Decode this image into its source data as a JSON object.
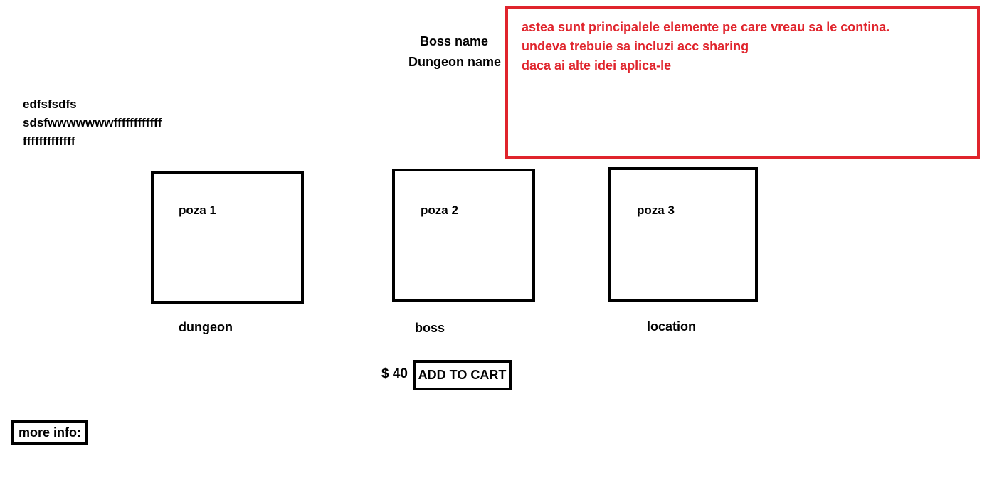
{
  "header": {
    "boss_name_label": "Boss name",
    "dungeon_name_label": "Dungeon name"
  },
  "notes": {
    "lines": [
      "astea sunt principalele elemente pe care vreau sa le contina.",
      "undeva trebuie sa incluzi acc sharing",
      "daca ai alte idei aplica-le"
    ],
    "color": "#e0242c"
  },
  "description": {
    "lines": [
      "edfsfsdfs",
      "sdsfwwwwwwwffffffffffff",
      "fffffffffffff"
    ]
  },
  "photos": [
    {
      "label": "poza 1",
      "caption": "dungeon"
    },
    {
      "label": "poza 2",
      "caption": "boss"
    },
    {
      "label": "poza 3",
      "caption": "location"
    }
  ],
  "purchase": {
    "price": "$ 40",
    "add_to_cart_label": "ADD TO CART"
  },
  "footer": {
    "more_info_label": "more info:"
  }
}
